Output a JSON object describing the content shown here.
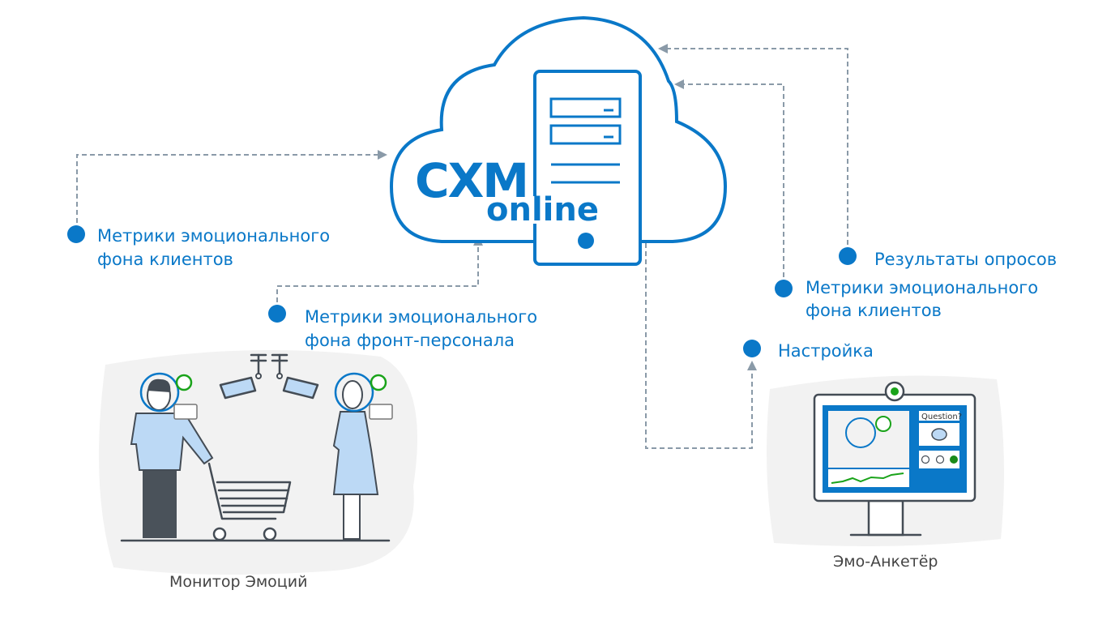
{
  "cloud": {
    "title": "CXM",
    "subtitle": "online"
  },
  "labels": {
    "left_clients_1": "Метрики эмоционального",
    "left_clients_2": "фона клиентов",
    "staff_1": "Метрики эмоционального",
    "staff_2": "фона фронт-персонала",
    "survey_results": "Результаты опросов",
    "right_clients_1": "Метрики эмоционального",
    "right_clients_2": "фона клиентов",
    "settings": "Настройка"
  },
  "captions": {
    "monitor": "Монитор Эмоций",
    "kiosk": "Эмо-Анкетёр"
  },
  "kiosk_screen": {
    "question": "Question?"
  },
  "colors": {
    "brand": "#0a78c8",
    "connector": "#8a9aa8",
    "positive": "#1aa31a"
  }
}
